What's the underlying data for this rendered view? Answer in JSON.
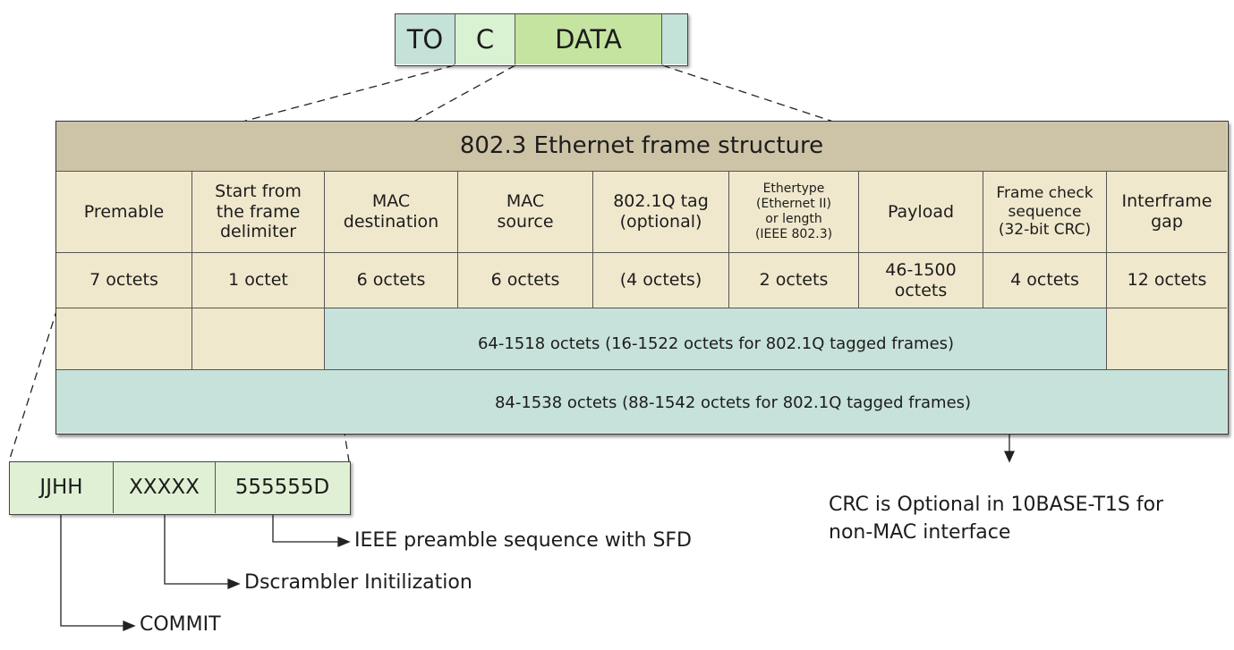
{
  "top_packet": {
    "fields": [
      "TO",
      "C",
      "DATA",
      ""
    ]
  },
  "frame": {
    "title": "802.3 Ethernet frame structure",
    "headers": [
      "Premable",
      "Start from\nthe frame\ndelimiter",
      "MAC\ndestination",
      "MAC\nsource",
      "802.1Q tag\n(optional)",
      "Ethertype\n(Ethernet II)\nor length\n(IEEE 802.3)",
      "Payload",
      "Frame check\nsequence\n(32-bit CRC)",
      "Interframe\ngap"
    ],
    "sizes": [
      "7 octets",
      "1 octet",
      "6 octets",
      "6 octets",
      "(4 octets)",
      "2 octets",
      "46-1500\noctets",
      "4 octets",
      "12 octets"
    ],
    "span_mac_to_fcs": "64-1518 octets (16-1522 octets for 802.1Q tagged frames)",
    "span_full": "84-1538 octets (88-1542 octets for 802.1Q tagged frames)"
  },
  "preamble_breakdown": {
    "fields": [
      "JJHH",
      "XXXXX",
      "555555D"
    ],
    "notes": [
      "IEEE preamble sequence with SFD",
      "Dscrambler Initilization",
      "COMMIT"
    ]
  },
  "crc_note": "CRC is Optional in 10BASE-T1S for\nnon-MAC interface",
  "colors": {
    "title_band": "#cdc3a7",
    "cream": "#f0e8cc",
    "teal": "#c7e2da",
    "top_to": "#c4e2d8",
    "top_c": "#d9f2d2",
    "top_data": "#c5e4a0",
    "preamble_cells": "#e0f0d4",
    "border": "#3a3a3a"
  }
}
